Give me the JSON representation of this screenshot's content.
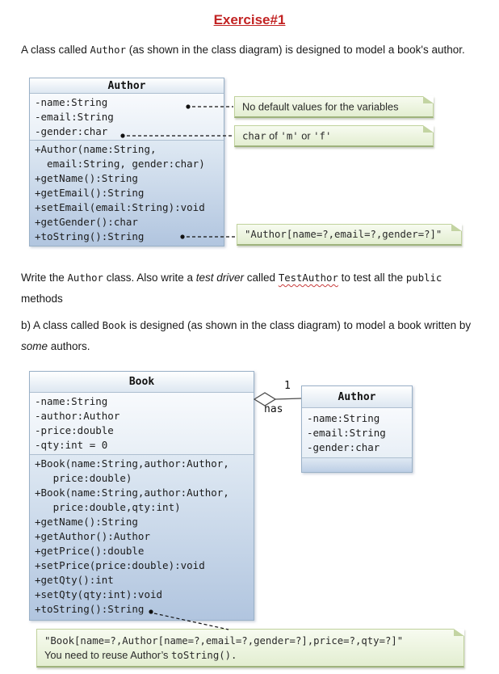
{
  "title": "Exercise#1",
  "colors": {
    "accent_red": "#c22424",
    "box_border": "#9ab1c7",
    "callout_green": "#e3eed1"
  },
  "intro": {
    "seg0": "A class called ",
    "seg1": "Author",
    "seg2": " (as shown in the class diagram) is designed to model a book's author."
  },
  "author_class": {
    "name": "Author",
    "attributes": [
      "-name:String",
      "-email:String",
      "-gender:char"
    ],
    "methods": [
      "+Author(name:String,",
      "  email:String, gender:char)",
      "+getName():String",
      "+getEmail():String",
      "+setEmail(email:String):void",
      "+getGender():char",
      "+toString():String"
    ]
  },
  "callouts": {
    "no_default": "No default values for the variables",
    "gender": {
      "seg0": "char",
      "seg1": " of ",
      "seg2": "'m'",
      "seg3": " or ",
      "seg4": "'f'"
    },
    "author_tostring": "\"Author[name=?,email=?,gender=?]\""
  },
  "task": {
    "line1": {
      "seg0": "Write the ",
      "seg1": "Author",
      "seg2": " class. Also write a ",
      "seg3": "test driver",
      "seg4": " called ",
      "seg5": "TestAuthor",
      "seg6": " to test all the ",
      "seg7": "public"
    },
    "line2": "methods"
  },
  "part_b": {
    "line1": {
      "seg0": "b) A class called ",
      "seg1": "Book",
      "seg2": " is designed (as shown in the class diagram) to model a book written by"
    },
    "line2": {
      "seg0": "some",
      "seg1": " authors."
    }
  },
  "book_class": {
    "name": "Book",
    "attributes": [
      "-name:String",
      "-author:Author",
      "-price:double",
      "-qty:int = 0"
    ],
    "methods": [
      "+Book(name:String,author:Author,",
      "   price:double)",
      "+Book(name:String,author:Author,",
      "   price:double,qty:int)",
      "+getName():String",
      "+getAuthor():Author",
      "+getPrice():double",
      "+setPrice(price:double):void",
      "+getQty():int",
      "+setQty(qty:int):void",
      "+toString():String"
    ]
  },
  "relationship": {
    "multiplicity": "1",
    "label": "has"
  },
  "author_class_small": {
    "name": "Author",
    "attributes": [
      "-name:String",
      "-email:String",
      "-gender:char"
    ]
  },
  "bottom_callout": {
    "line1": "\"Book[name=?,Author[name=?,email=?,gender=?],price=?,qty=?]\"",
    "line2": {
      "seg0": "You need to reuse Author’s ",
      "seg1": "toString()."
    }
  }
}
